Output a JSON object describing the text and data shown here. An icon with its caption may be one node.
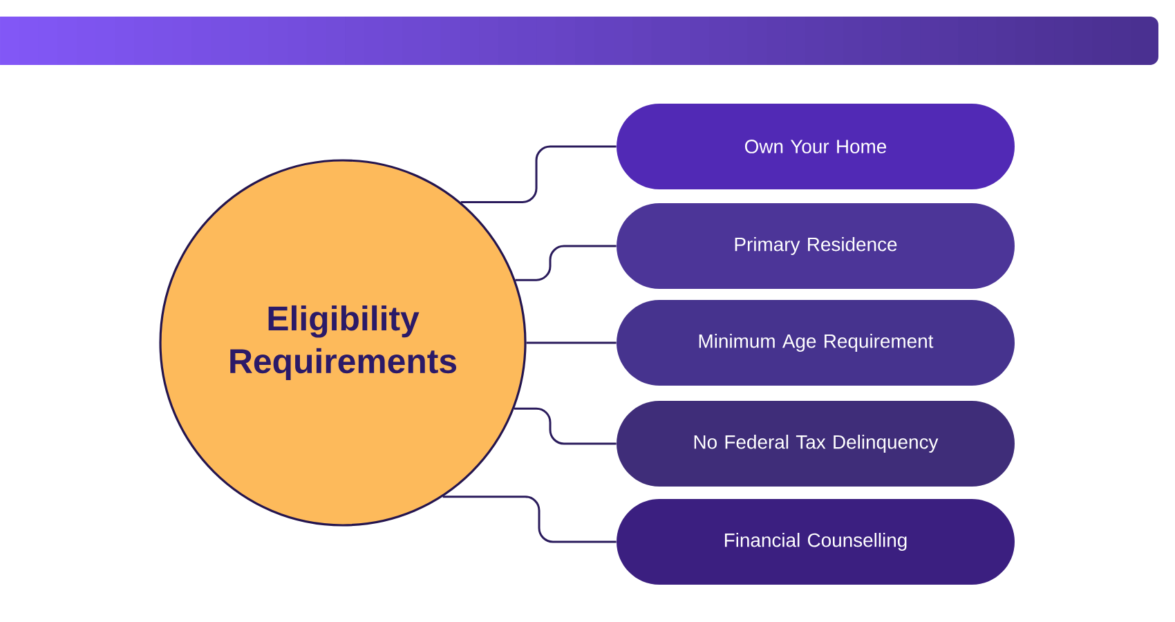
{
  "diagram": {
    "nodes": [
      {
        "text": [
          "Eligibility Requirements"
        ]
      },
      {
        "text": [
          "Own Your Home"
        ]
      },
      {
        "text": [
          "Primary Residence"
        ]
      },
      {
        "text": [
          "Minimum Age Requirement"
        ]
      },
      {
        "text": [
          "No Federal Tax Delinquency"
        ]
      },
      {
        "text": [
          "Financial Counselling"
        ]
      }
    ],
    "edges": [
      {
        "from": 0,
        "to": 1,
        "arrow": "none"
      },
      {
        "from": 0,
        "to": 2,
        "arrow": "none"
      },
      {
        "from": 0,
        "to": 3,
        "arrow": "none"
      },
      {
        "from": 0,
        "to": 4,
        "arrow": "none"
      },
      {
        "from": 0,
        "to": 5,
        "arrow": "none"
      }
    ]
  }
}
